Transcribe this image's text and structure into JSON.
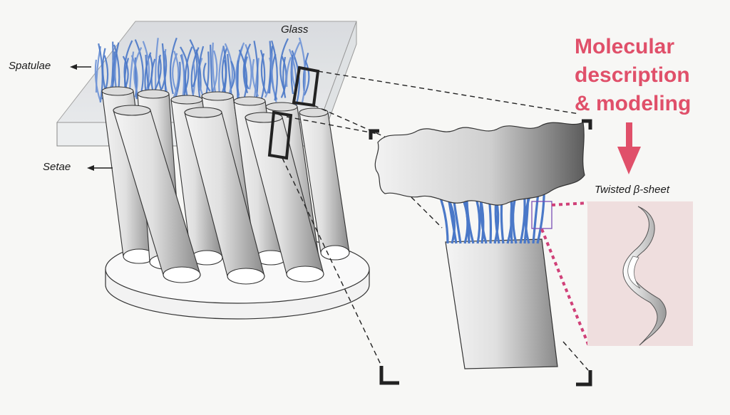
{
  "labels": {
    "glass": "Glass",
    "spatulae": "Spatulae",
    "setae": "Setae",
    "twisted_sheet": "Twisted β-sheet"
  },
  "headline": {
    "line1": "Molecular",
    "line2": "description",
    "line3": "& modeling"
  },
  "colors": {
    "accent": "#e0506a",
    "fiber_blue": "#4a78c8",
    "panel_pink": "#efdede"
  },
  "icons": {
    "down_arrow": "red-down-arrow-icon",
    "label_arrows": "left-arrow-icon"
  }
}
